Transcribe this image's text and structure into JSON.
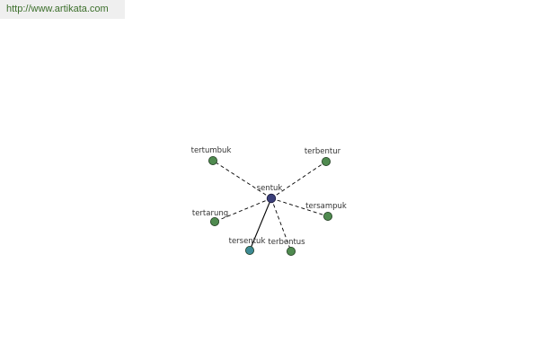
{
  "site": {
    "url_text": "http://www.artikata.com"
  },
  "graph": {
    "center": {
      "label": "sentuk",
      "color": "#3b3f7a"
    },
    "nodes": [
      {
        "id": "tertumbuk",
        "label": "tertumbuk",
        "color": "#4f8a4f",
        "edge": "dashed"
      },
      {
        "id": "terbentur",
        "label": "terbentur",
        "color": "#4f8a4f",
        "edge": "dashed"
      },
      {
        "id": "tertarung",
        "label": "tertarung",
        "color": "#4f8a4f",
        "edge": "dashed"
      },
      {
        "id": "tersampuk",
        "label": "tersampuk",
        "color": "#4f8a4f",
        "edge": "dashed"
      },
      {
        "id": "tersentuk",
        "label": "tersentuk",
        "color": "#3d8a94",
        "edge": "solid"
      },
      {
        "id": "terbentus",
        "label": "terbentus",
        "color": "#4f8a4f",
        "edge": "dashed"
      }
    ]
  }
}
